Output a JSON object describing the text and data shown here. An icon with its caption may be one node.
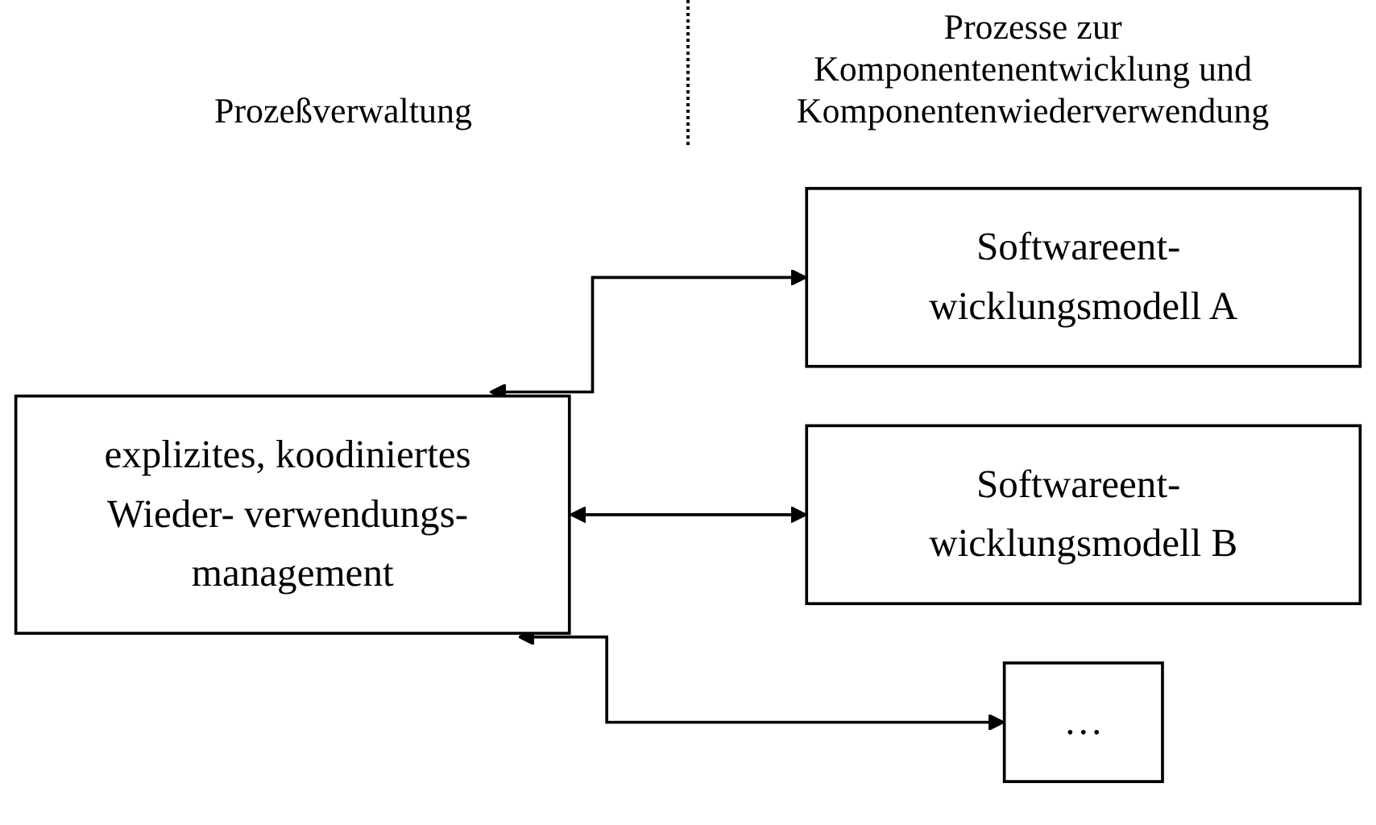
{
  "diagram": {
    "nodes": [
      {
        "text": [
          "explizites, koodiniertes Wieder- verwendungs- management"
        ]
      },
      {
        "text": [
          "Softwareent- wicklungsmodell A"
        ]
      },
      {
        "text": [
          "Softwareent- wicklungsmodell B"
        ]
      },
      {
        "text": [
          "…"
        ]
      }
    ],
    "edges": [
      {
        "from": 0,
        "to": 1,
        "arrow": "both"
      },
      {
        "from": 0,
        "to": 2,
        "arrow": "both"
      },
      {
        "from": 0,
        "to": 3,
        "arrow": "both"
      }
    ],
    "labels": [
      "Prozeßverwaltung",
      "Prozesse zur Komponentenentwicklung und Komponentenwiederverwendung"
    ]
  }
}
